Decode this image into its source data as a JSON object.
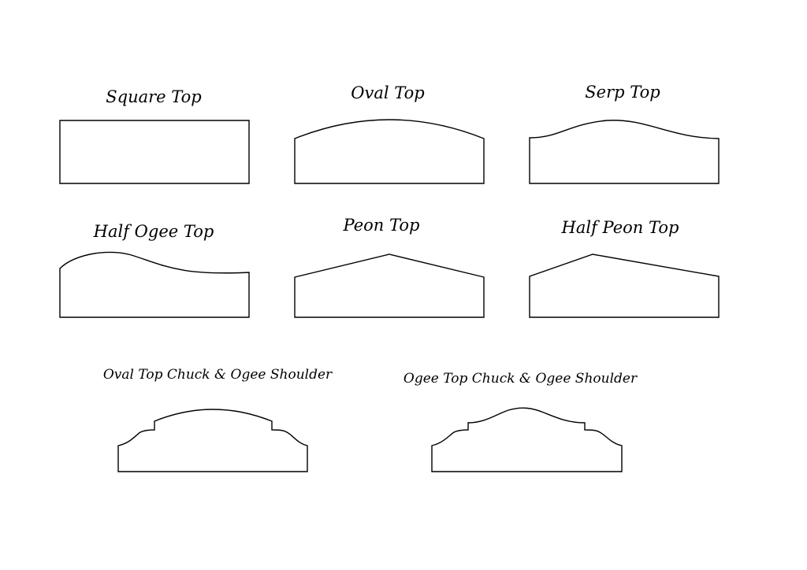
{
  "title": "",
  "shapes": [
    {
      "id": "square-top",
      "label": "Square Top"
    },
    {
      "id": "oval-top",
      "label": "Oval Top"
    },
    {
      "id": "serp-top",
      "label": "Serp Top"
    },
    {
      "id": "half-ogee-top",
      "label": "Half Ogee Top"
    },
    {
      "id": "peon-top",
      "label": "Peon Top"
    },
    {
      "id": "half-peon-top",
      "label": "Half Peon Top"
    },
    {
      "id": "oval-top-chuck-ogee-shoulder",
      "label": "Oval Top Chuck & Ogee Shoulder"
    },
    {
      "id": "ogee-top-chuck-ogee-shoulder",
      "label": "Ogee Top Chuck & Ogee Shoulder"
    }
  ],
  "colors": {
    "stroke": "#000000",
    "fill": "#ffffff",
    "background": "#ffffff"
  }
}
